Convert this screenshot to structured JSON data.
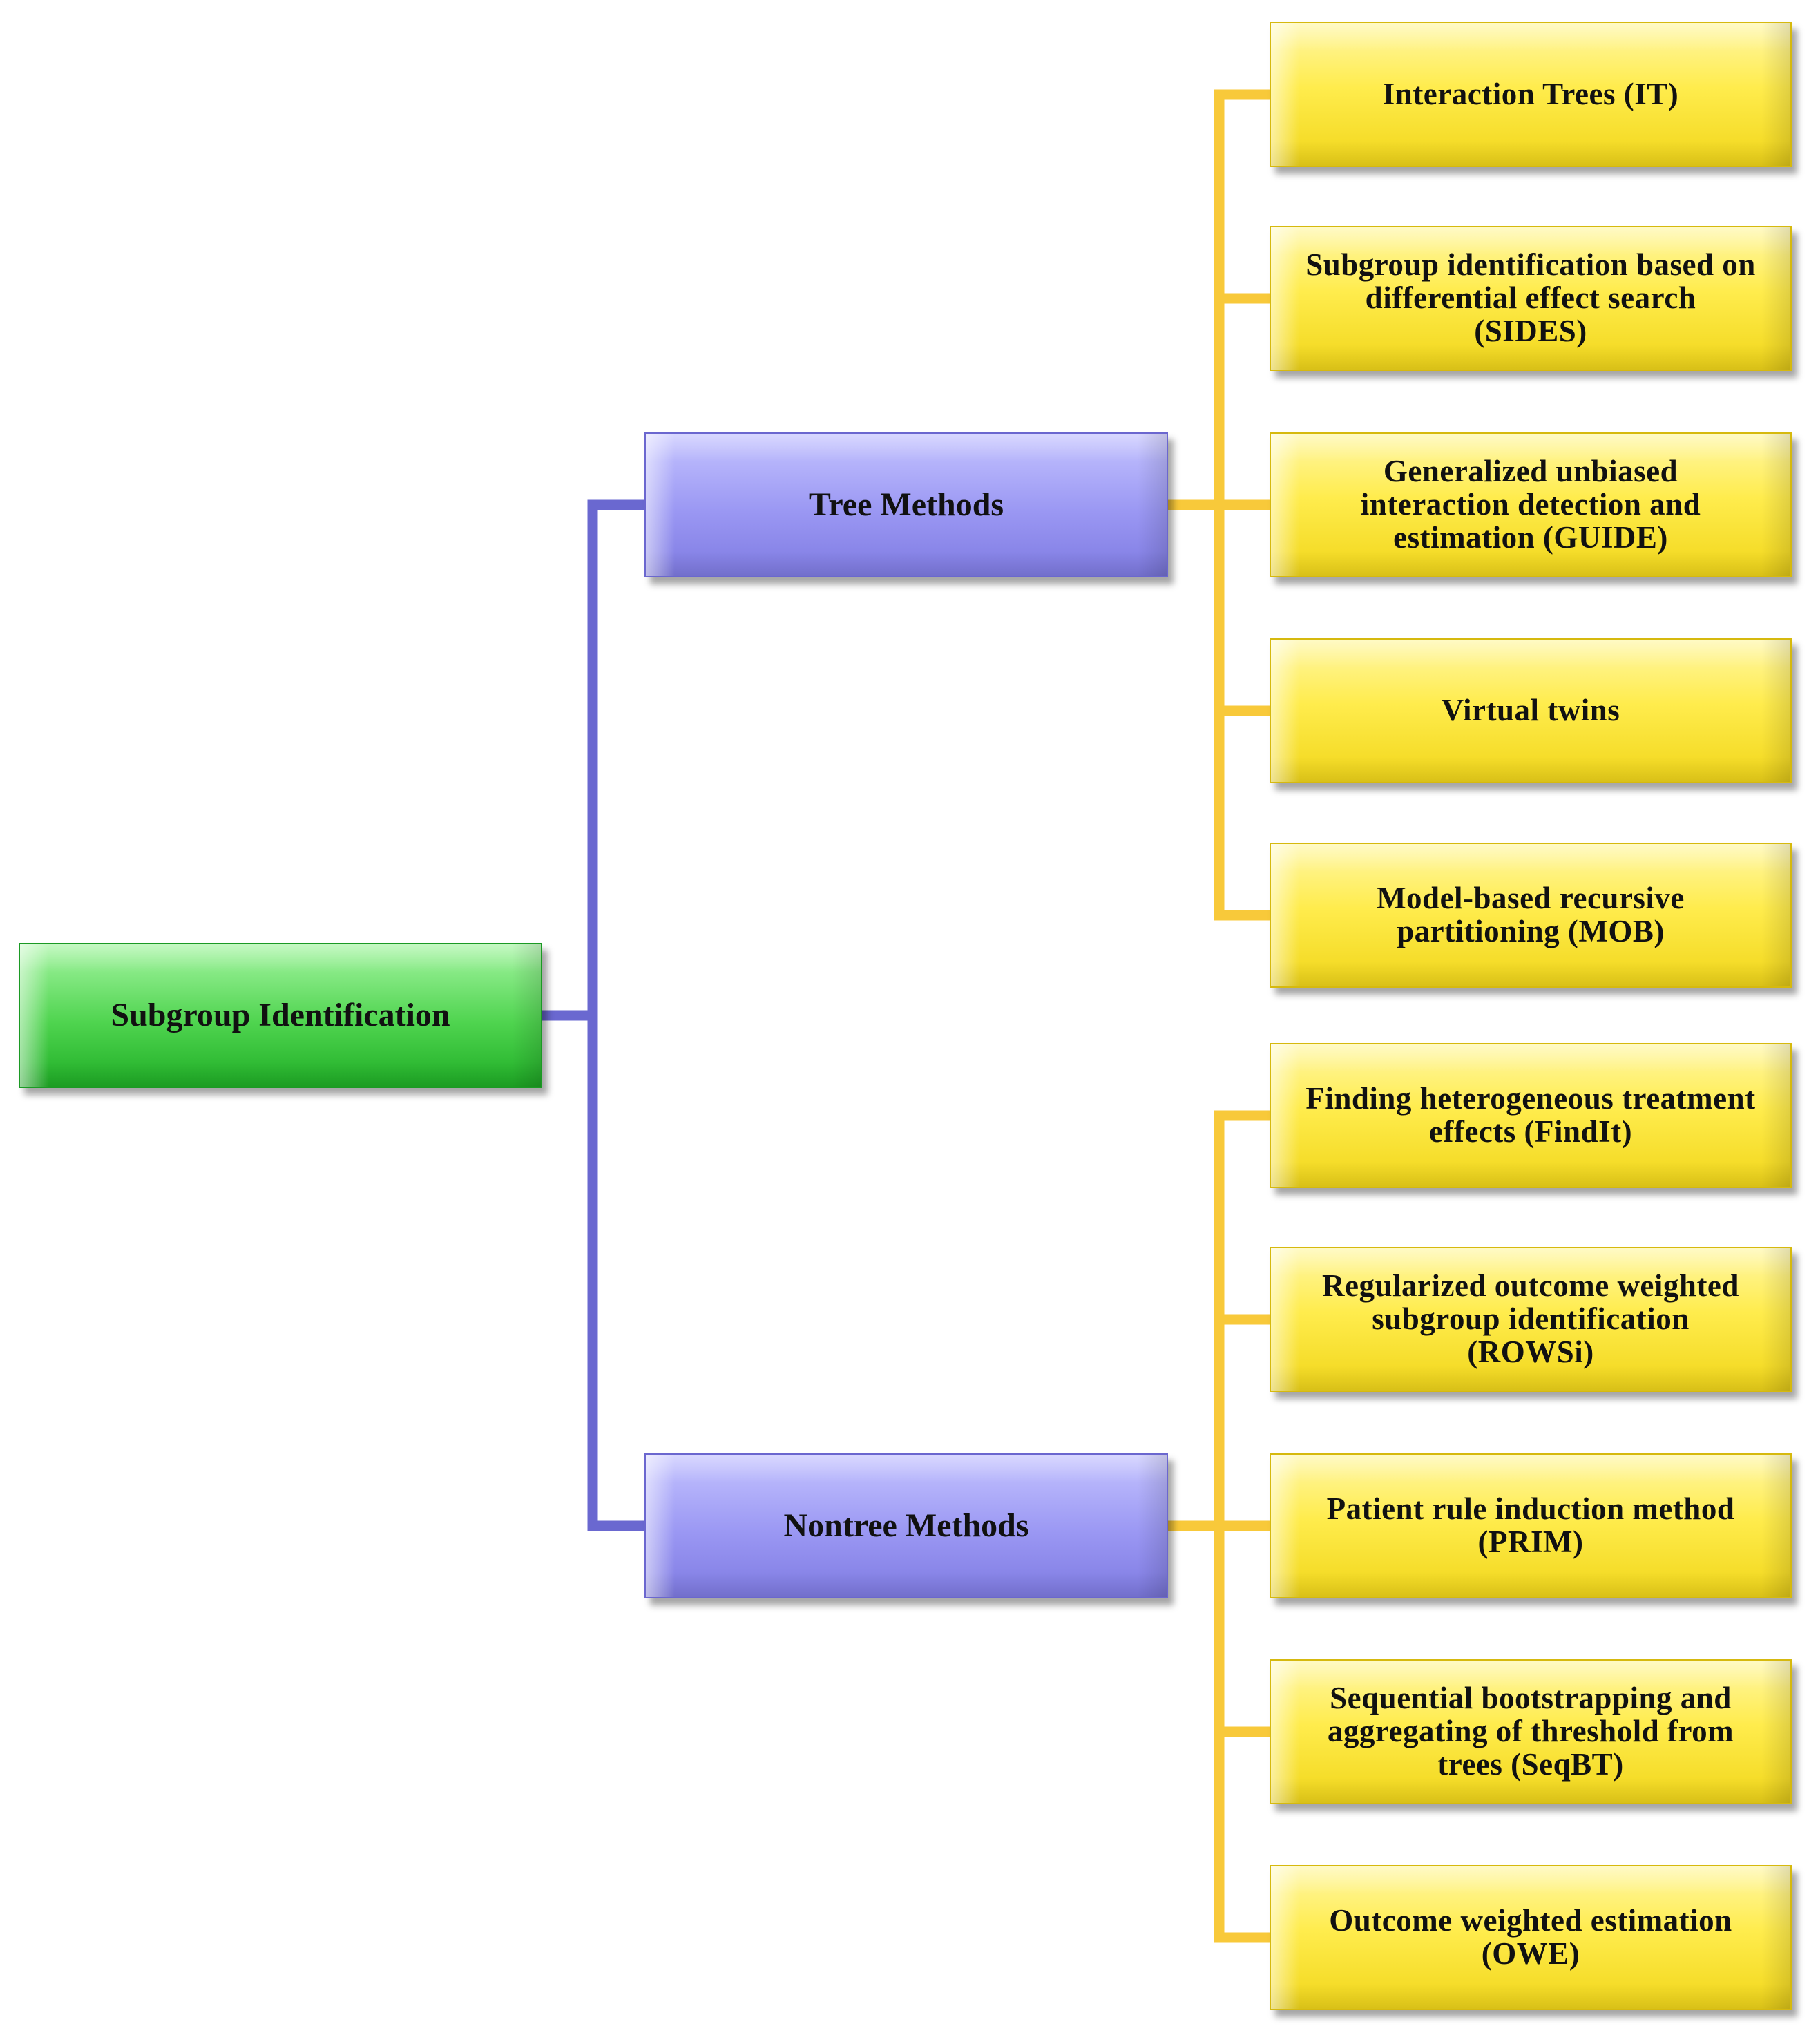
{
  "colors": {
    "root_fill": "#4fd44f",
    "category_fill": "#9a97f3",
    "method_fill": "#ffec4d",
    "root_connector": "#6a68d0",
    "method_connector": "#f8c93a"
  },
  "root": {
    "label": "Subgroup Identification"
  },
  "categories": [
    {
      "label": "Tree Methods",
      "methods": [
        {
          "label": "Interaction Trees (IT)"
        },
        {
          "label": "Subgroup identification based on differential effect search (SIDES)"
        },
        {
          "label": "Generalized unbiased interaction detection and estimation (GUIDE)"
        },
        {
          "label": "Virtual twins"
        },
        {
          "label": "Model-based recursive partitioning (MOB)"
        }
      ]
    },
    {
      "label": "Nontree Methods",
      "methods": [
        {
          "label": "Finding heterogeneous treatment effects (FindIt)"
        },
        {
          "label": "Regularized outcome weighted subgroup identification (ROWSi)"
        },
        {
          "label": "Patient rule induction method (PRIM)"
        },
        {
          "label": "Sequential bootstrapping and aggregating of threshold from trees (SeqBT)"
        },
        {
          "label": "Outcome weighted estimation (OWE)"
        }
      ]
    }
  ]
}
